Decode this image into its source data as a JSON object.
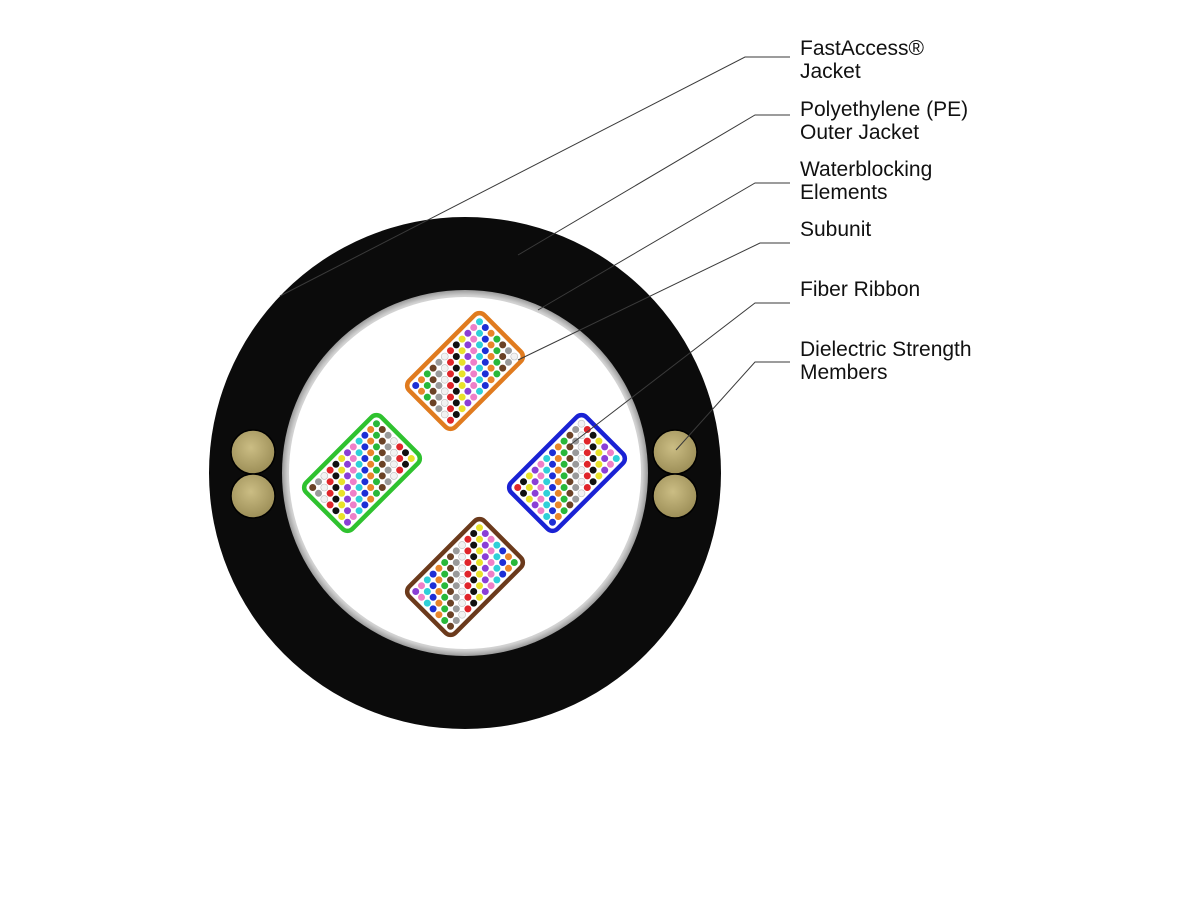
{
  "labels": [
    {
      "id": "fastaccess-jacket",
      "lines": [
        "FastAccess®",
        "Jacket"
      ]
    },
    {
      "id": "pe-outer-jacket",
      "lines": [
        "Polyethylene (PE)",
        "Outer Jacket"
      ]
    },
    {
      "id": "waterblocking-elements",
      "lines": [
        "Waterblocking",
        "Elements"
      ]
    },
    {
      "id": "subunit",
      "lines": [
        "Subunit"
      ]
    },
    {
      "id": "fiber-ribbon",
      "lines": [
        "Fiber Ribbon"
      ]
    },
    {
      "id": "dielectric-strength-members",
      "lines": [
        "Dielectric Strength",
        "Members"
      ]
    }
  ],
  "colors": {
    "outer_jacket": "#0b0b0b",
    "waterblocking": "#d8d8d8",
    "core": "#ffffff",
    "strength_member": "#b3a46a",
    "leader_line": "#3a3a3a",
    "subunit_tubes": [
      "#e07b1f",
      "#2fc22f",
      "#1a22d4",
      "#6b3a1c"
    ],
    "fiber_colors": [
      "#1d2fd6",
      "#e8852a",
      "#28b83a",
      "#6b4226",
      "#9a9a9a",
      "#f2f2f2",
      "#e0252a",
      "#111111",
      "#e8e22a",
      "#8a3fd6",
      "#ee7fc8",
      "#2fd0d8"
    ]
  }
}
